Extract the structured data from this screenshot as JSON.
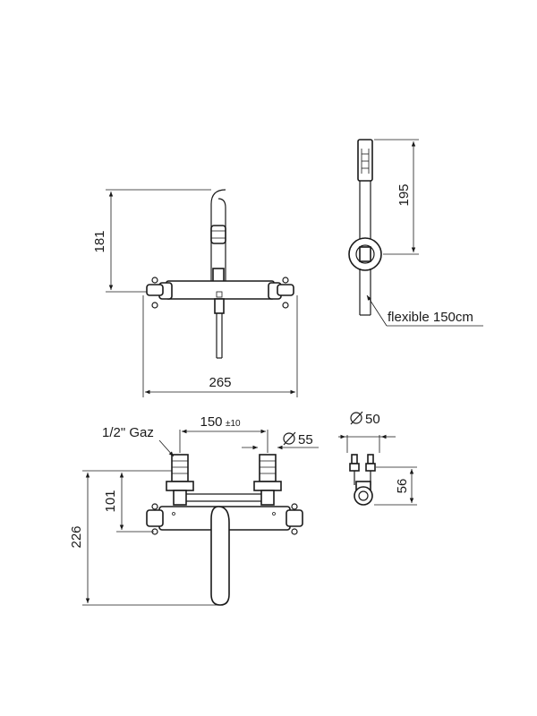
{
  "dimensions": {
    "height_181": "181",
    "width_265": "265",
    "height_195": "195",
    "flexible": "flexible 150cm",
    "spacing": "150",
    "tolerance": "±10",
    "thread": "1/2\" Gaz",
    "diameter_55": "55",
    "diameter_50": "50",
    "height_226": "226",
    "height_101": "101",
    "height_56": "56"
  }
}
